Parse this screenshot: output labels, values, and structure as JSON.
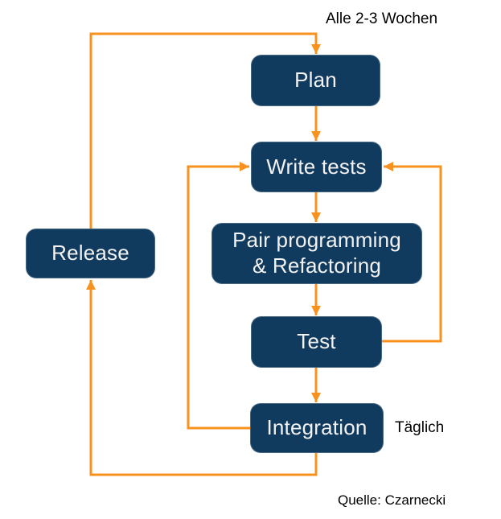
{
  "diagram": {
    "annotations": {
      "cycle_label": "Alle 2-3 Wochen",
      "daily_label": "Täglich",
      "source": "Quelle: Czarnecki"
    },
    "nodes": {
      "plan": "Plan",
      "write_tests": "Write tests",
      "pair_programming_line1": "Pair programming",
      "pair_programming_line2": "& Refactoring",
      "test": "Test",
      "integration": "Integration",
      "release": "Release"
    },
    "edges": [
      {
        "from": "plan",
        "to": "write_tests"
      },
      {
        "from": "write_tests",
        "to": "pair_programming"
      },
      {
        "from": "pair_programming",
        "to": "test"
      },
      {
        "from": "test",
        "to": "integration"
      },
      {
        "from": "test",
        "to": "write_tests"
      },
      {
        "from": "integration",
        "to": "write_tests"
      },
      {
        "from": "integration",
        "to": "release"
      },
      {
        "from": "release",
        "to": "plan"
      }
    ],
    "colors": {
      "box_fill": "#113B5E",
      "box_text": "#F2F2F2",
      "arrow": "#F8921E",
      "text": "#000000"
    }
  }
}
